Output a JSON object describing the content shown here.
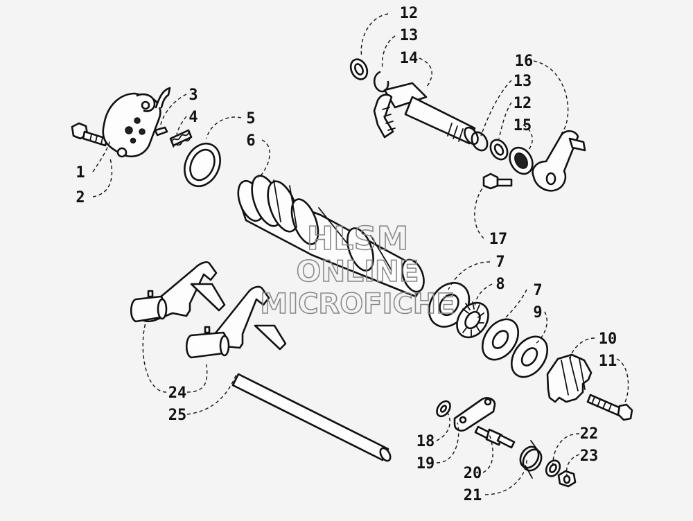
{
  "watermark": {
    "line1": "HLSM",
    "line2": "ONLINE",
    "line3": "MICROFICHE"
  },
  "callouts": [
    {
      "label": "1"
    },
    {
      "label": "2"
    },
    {
      "label": "3"
    },
    {
      "label": "4"
    },
    {
      "label": "5"
    },
    {
      "label": "6"
    },
    {
      "label": "12"
    },
    {
      "label": "13"
    },
    {
      "label": "14"
    },
    {
      "label": "16"
    },
    {
      "label": "13"
    },
    {
      "label": "12"
    },
    {
      "label": "15"
    },
    {
      "label": "17"
    },
    {
      "label": "7"
    },
    {
      "label": "8"
    },
    {
      "label": "7"
    },
    {
      "label": "9"
    },
    {
      "label": "10"
    },
    {
      "label": "11"
    },
    {
      "label": "24"
    },
    {
      "label": "25"
    },
    {
      "label": "18"
    },
    {
      "label": "19"
    },
    {
      "label": "20"
    },
    {
      "label": "21"
    },
    {
      "label": "22"
    },
    {
      "label": "23"
    }
  ]
}
